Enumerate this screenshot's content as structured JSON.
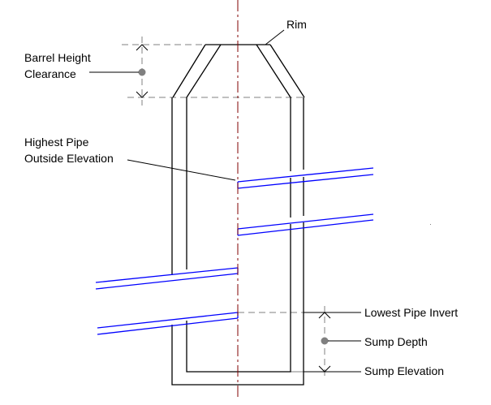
{
  "labels": {
    "rim": "Rim",
    "barrel_line1": "Barrel Height",
    "barrel_line2": "Clearance",
    "highest_line1": "Highest Pipe",
    "highest_line2": "Outside Elevation",
    "lowest_invert": "Lowest Pipe Invert",
    "sump_depth": "Sump Depth",
    "sump_elevation": "Sump Elevation"
  },
  "colors": {
    "structure": "#000000",
    "pipe": "#0000ff",
    "centerline": "#800000",
    "dimension": "#808080"
  }
}
